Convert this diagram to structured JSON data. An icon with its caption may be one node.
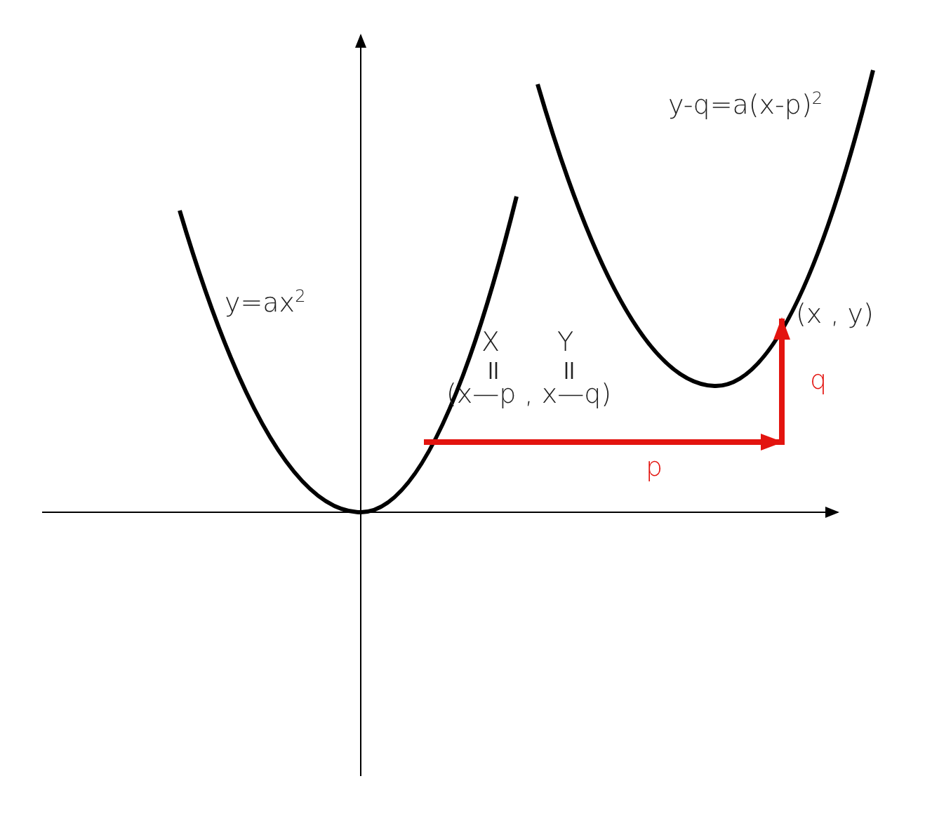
{
  "diagram": {
    "labels": [
      "y-q=a(x-p)$^{2}$",
      "y=ax$^{2}$",
      "(x , y)",
      "X",
      "Y",
      "(x—p , x—q)",
      "q",
      "p"
    ]
  }
}
